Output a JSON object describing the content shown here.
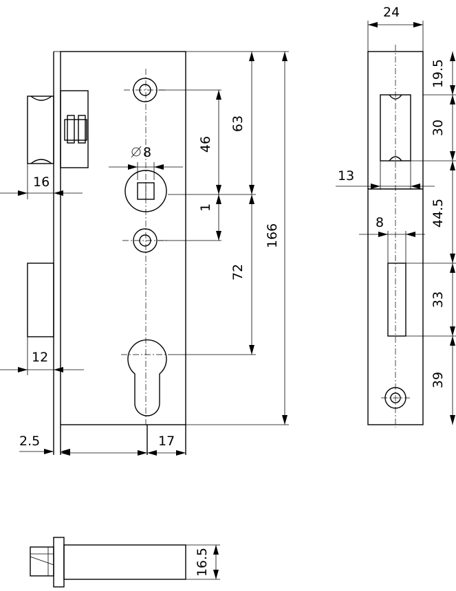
{
  "dimensions": {
    "strike_width": "24",
    "strike_top": "19.5",
    "strike_slot1": "30",
    "left_offset": "13",
    "middle_gap": "44.5",
    "slot_width": "8",
    "strike_slot2": "33",
    "strike_bottom": "39",
    "total_height": "166",
    "to_handle": "63",
    "mid_46": "46",
    "mid_1": "1",
    "spindle_to_cyl": "72",
    "square_spindle": "8",
    "latch_16": "16",
    "bolt_12": "12",
    "faceplate": "2.5",
    "backset": "17",
    "side_thick": "16.5"
  }
}
